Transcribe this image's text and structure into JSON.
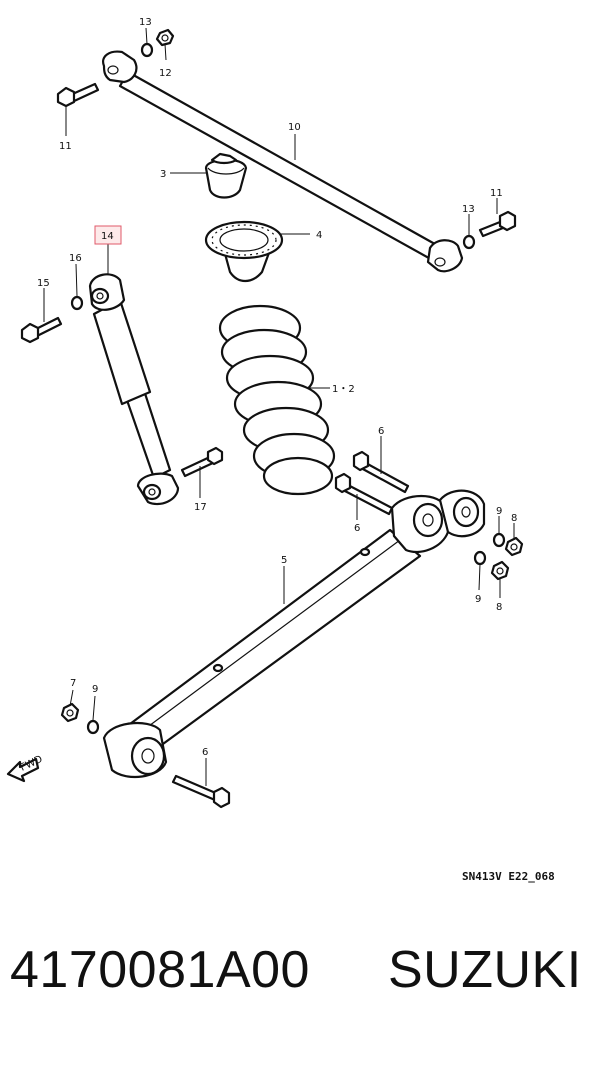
{
  "diagram": {
    "reference_code": "SN413V E22_068",
    "highlighted_callout": "14",
    "highlight_color": "#e05a6a",
    "callouts": {
      "c13a": "13",
      "c12": "12",
      "c11a": "11",
      "c10": "10",
      "c3": "3",
      "c11b": "11",
      "c13b": "13",
      "c4": "4",
      "c14": "14",
      "c16": "16",
      "c15": "15",
      "c12coil": "1・2",
      "c6a": "6",
      "c17": "17",
      "c6b": "6",
      "c9a": "9",
      "c8a": "8",
      "c5": "5",
      "c9b": "9",
      "c8b": "8",
      "c7": "7",
      "c9c": "9",
      "c6c": "6"
    },
    "fwd_label": "FWD"
  },
  "product": {
    "part_number": "4170081A00",
    "brand": "SUZUKI"
  }
}
